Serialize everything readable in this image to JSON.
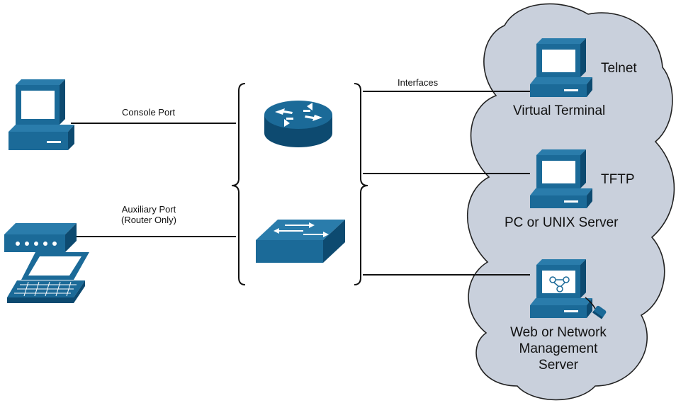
{
  "labels": {
    "console_port": "Console Port",
    "auxiliary_port_line1": "Auxiliary Port",
    "auxiliary_port_line2": "(Router Only)",
    "interfaces": "Interfaces",
    "telnet": "Telnet",
    "virtual_terminal": "Virtual Terminal",
    "tftp": "TFTP",
    "pc_unix_server": "PC or UNIX Server",
    "web_nms_line1": "Web or Network",
    "web_nms_line2": "Management",
    "web_nms_line3": "Server"
  },
  "colors": {
    "device_blue": "#1b6a98",
    "device_dark": "#0d4a70",
    "cloud_fill": "#c9d0dc",
    "line": "#111111"
  },
  "icons": [
    "pc-icon",
    "modem-icon",
    "laptop-icon",
    "router-icon",
    "switch-icon",
    "cloud-shape",
    "network-management-icon"
  ]
}
